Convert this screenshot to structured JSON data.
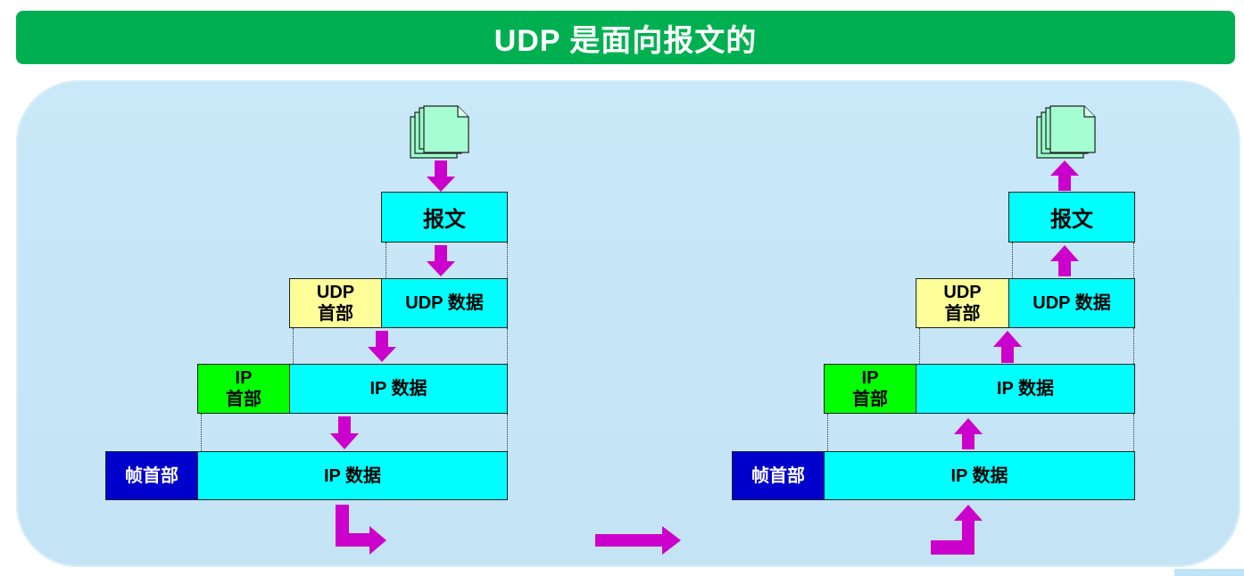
{
  "title": "UDP 是面向报文的",
  "sender": {
    "message_label": "报文",
    "udp_header_label": "UDP\n首部",
    "udp_data_label": "UDP 数据",
    "ip_header_label": "IP\n首部",
    "ip_data_label": "IP 数据",
    "frame_header_label": "帧首部",
    "frame_data_label": "IP 数据"
  },
  "receiver": {
    "message_label": "报文",
    "udp_header_label": "UDP\n首部",
    "udp_data_label": "UDP 数据",
    "ip_header_label": "IP\n首部",
    "ip_data_label": "IP 数据",
    "frame_header_label": "帧首部",
    "frame_data_label": "IP 数据"
  },
  "colors": {
    "title_bar": "#00b050",
    "panel": "#c6e6f7",
    "data_block": "#00ffff",
    "udp_header": "#ffff99",
    "ip_header": "#00ff00",
    "frame_header": "#0000cc",
    "arrow": "#cc00cc",
    "document": "#99ffcc"
  }
}
